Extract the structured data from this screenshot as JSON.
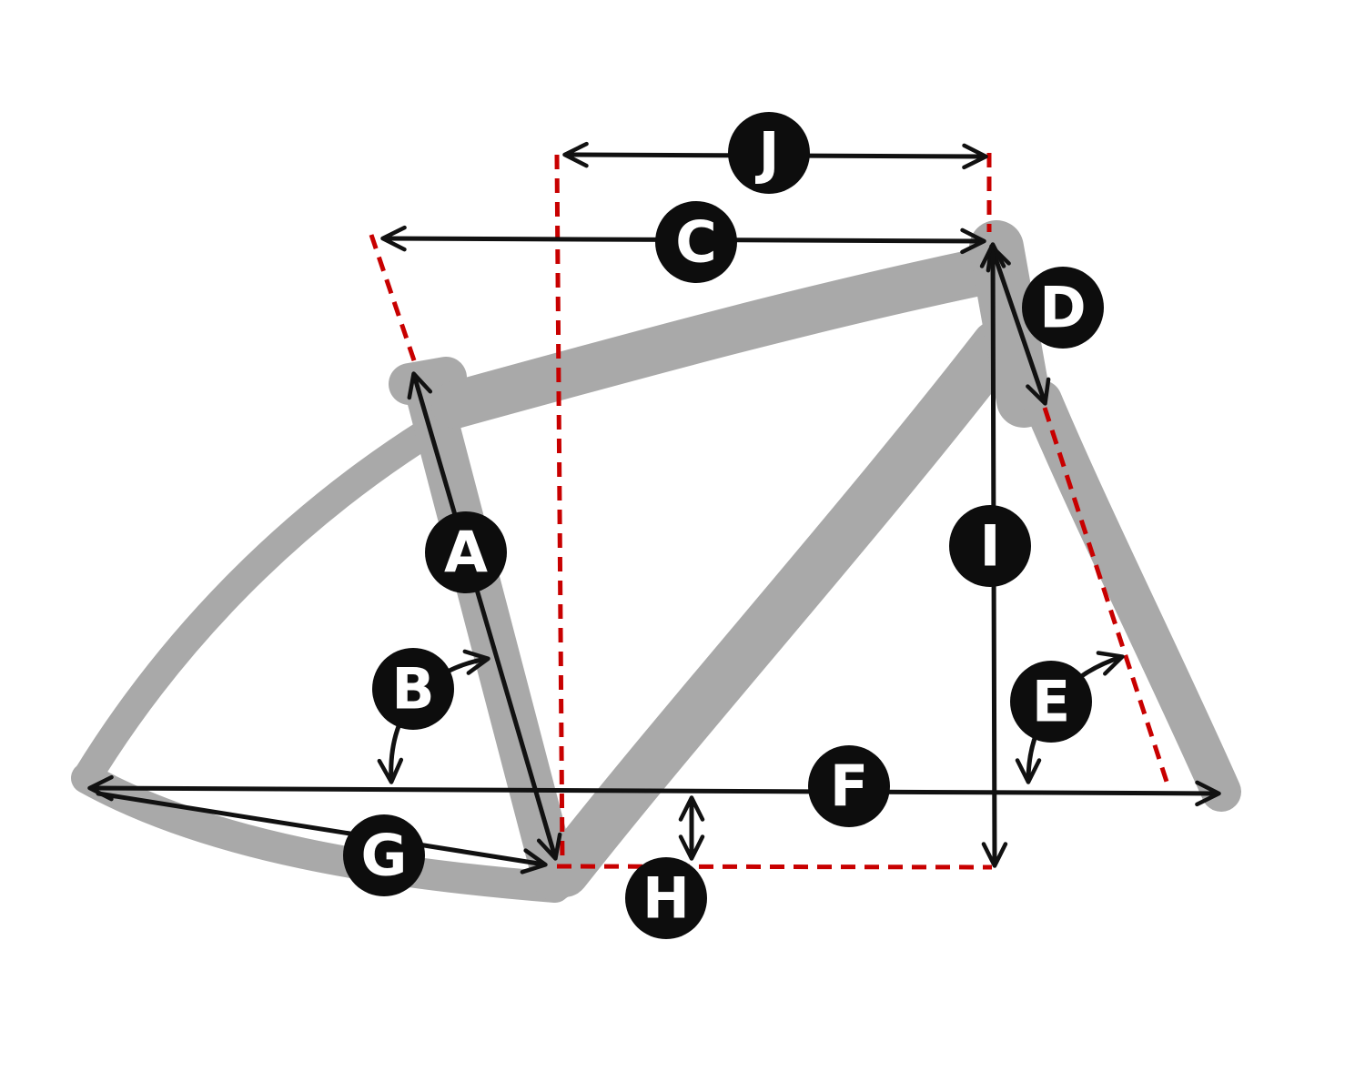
{
  "diagram": {
    "labels": {
      "A": "A",
      "B": "B",
      "C": "C",
      "D": "D",
      "E": "E",
      "F": "F",
      "G": "G",
      "H": "H",
      "I": "I",
      "J": "J"
    },
    "colors": {
      "frame": "#a9a9a9",
      "reference_line": "#c80000",
      "measure_line": "#111111",
      "badge_fill": "#0d0d0d",
      "badge_text": "#ffffff",
      "background": "#ffffff"
    }
  }
}
